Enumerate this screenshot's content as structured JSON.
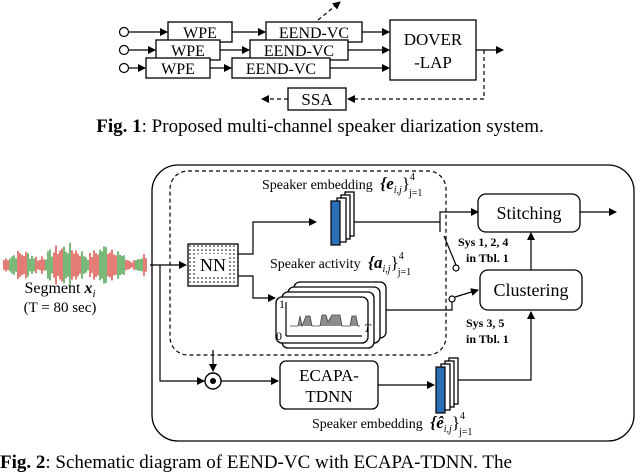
{
  "fig1": {
    "wpe_label": "WPE",
    "eend_label": "EEND-VC",
    "dover_line1": "DOVER",
    "dover_line2": "-LAP",
    "ssa_label": "SSA",
    "caption_prefix": "Fig. 1",
    "caption_text": ": Proposed multi-channel speaker diarization system."
  },
  "fig2": {
    "segment_label": "Segment",
    "segment_var": "x",
    "segment_sub": "i",
    "segment_duration": "(T = 80 sec)",
    "nn_label": "NN",
    "spk_emb_top_label": "Speaker embedding",
    "spk_emb_top_math": "{e",
    "spk_emb_top_sub": "i,j",
    "spk_emb_top_close": "}",
    "spk_emb_top_sup": "4",
    "spk_emb_top_range": "j=1",
    "spk_act_label": "Speaker activity",
    "spk_act_math": "{a",
    "spk_act_sub": "i,j",
    "spk_act_close": "}",
    "spk_act_sup": "4",
    "spk_act_range": "j=1",
    "act_axis_one": "1",
    "act_axis_zero": "0",
    "act_axis_t": "T",
    "stitching_label": "Stitching",
    "clustering_label": "Clustering",
    "sys_a_line1": "Sys 1, 2, 4",
    "sys_a_line2": "in Tbl. 1",
    "sys_b_line1": "Sys 3, 5",
    "sys_b_line2": "in Tbl. 1",
    "ecapa_line1": "ECAPA-",
    "ecapa_line2": "TDNN",
    "spk_emb_bottom_label": "Speaker embedding",
    "spk_emb_bottom_math": "{ê",
    "spk_emb_bottom_sub": "i,j",
    "spk_emb_bottom_close": "}",
    "spk_emb_bottom_sup": "4",
    "spk_emb_bottom_range": "j=1",
    "caption_prefix": "Fig. 2",
    "caption_text": ": Schematic diagram of EEND-VC with ECAPA-TDNN. The"
  },
  "colors": {
    "waveform_red": "#d9453c",
    "waveform_green": "#3f9a3f",
    "embedding_blue": "#2a6fb8",
    "activity_gray": "#8c8c8c"
  }
}
